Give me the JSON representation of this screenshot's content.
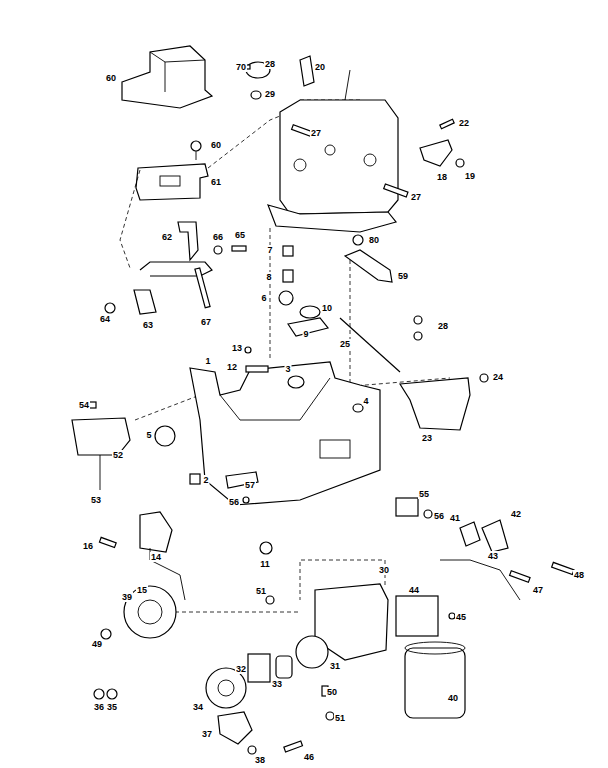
{
  "diagram": {
    "labels": [
      "70",
      "28",
      "20",
      "60",
      "29",
      "22",
      "27",
      "60",
      "18",
      "19",
      "61",
      "27",
      "62",
      "66",
      "65",
      "80",
      "7",
      "8",
      "59",
      "6",
      "10",
      "64",
      "63",
      "67",
      "28",
      "9",
      "25",
      "13",
      "1",
      "12",
      "3",
      "24",
      "4",
      "54",
      "5",
      "23",
      "52",
      "2",
      "57",
      "55",
      "53",
      "56",
      "56",
      "42",
      "41",
      "16",
      "14",
      "43",
      "11",
      "30",
      "48",
      "15",
      "44",
      "51",
      "47",
      "39",
      "45",
      "49",
      "31",
      "32",
      "33",
      "50",
      "40",
      "36",
      "35",
      "34",
      "51",
      "37",
      "46",
      "38"
    ]
  }
}
